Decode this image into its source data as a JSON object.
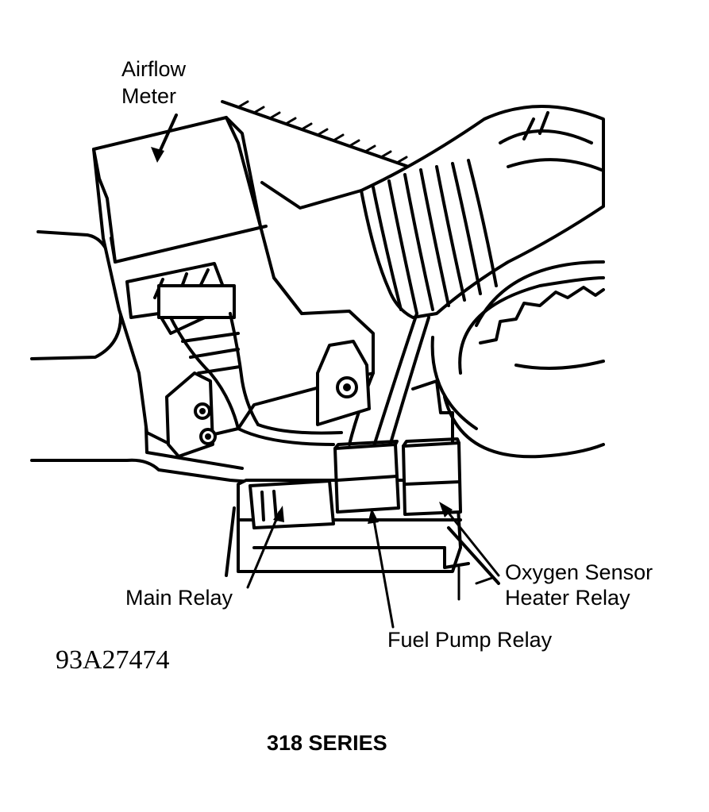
{
  "labels": {
    "airflow_line1": "Airflow",
    "airflow_line2": "Meter",
    "main_relay": "Main Relay",
    "fuel_pump_relay": "Fuel Pump Relay",
    "oxygen_line1": "Oxygen Sensor",
    "oxygen_line2": "Heater Relay"
  },
  "figure_code": "93A27474",
  "caption": "318 SERIES"
}
